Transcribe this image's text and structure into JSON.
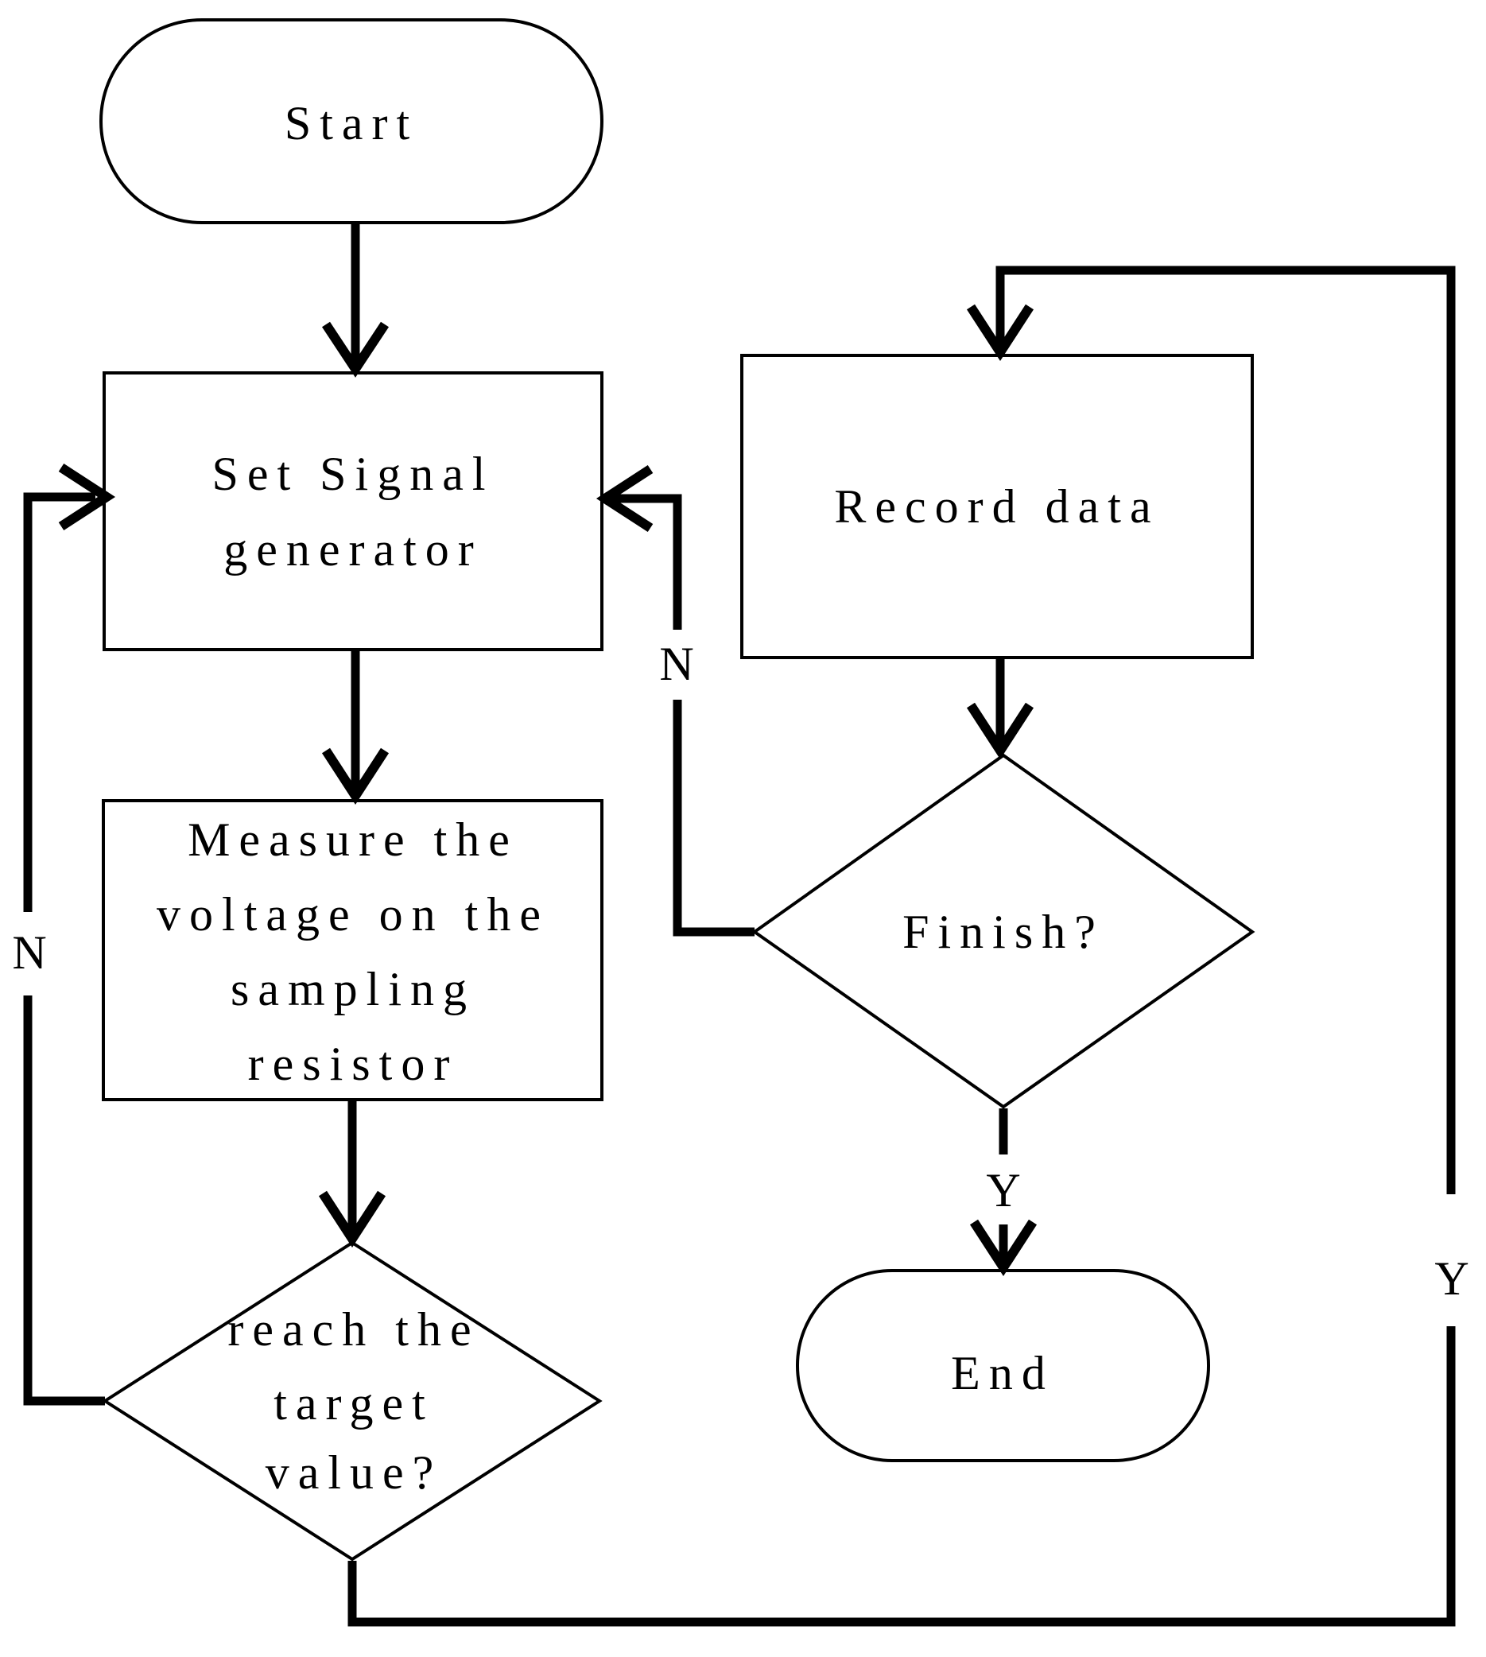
{
  "diagram": {
    "type": "flowchart",
    "colors": {
      "stroke": "#000000",
      "background": "#ffffff"
    },
    "nodes": {
      "start": {
        "shape": "terminator",
        "label": "Start"
      },
      "set_signal_generator": {
        "shape": "process",
        "lines": [
          "Set Signal",
          "generator"
        ]
      },
      "measure_voltage": {
        "shape": "process",
        "lines": [
          "Measure the",
          "voltage on the",
          "sampling",
          "resistor"
        ]
      },
      "reach_target_value": {
        "shape": "decision",
        "lines": [
          "reach the",
          "target",
          "value?"
        ]
      },
      "record_data": {
        "shape": "process",
        "label": "Record data"
      },
      "finish": {
        "shape": "decision",
        "label": "Finish?"
      },
      "end": {
        "shape": "terminator",
        "label": "End"
      }
    },
    "edge_labels": {
      "reach_target_no": "N",
      "reach_target_yes": "Y",
      "finish_no": "N",
      "finish_yes": "Y"
    }
  }
}
